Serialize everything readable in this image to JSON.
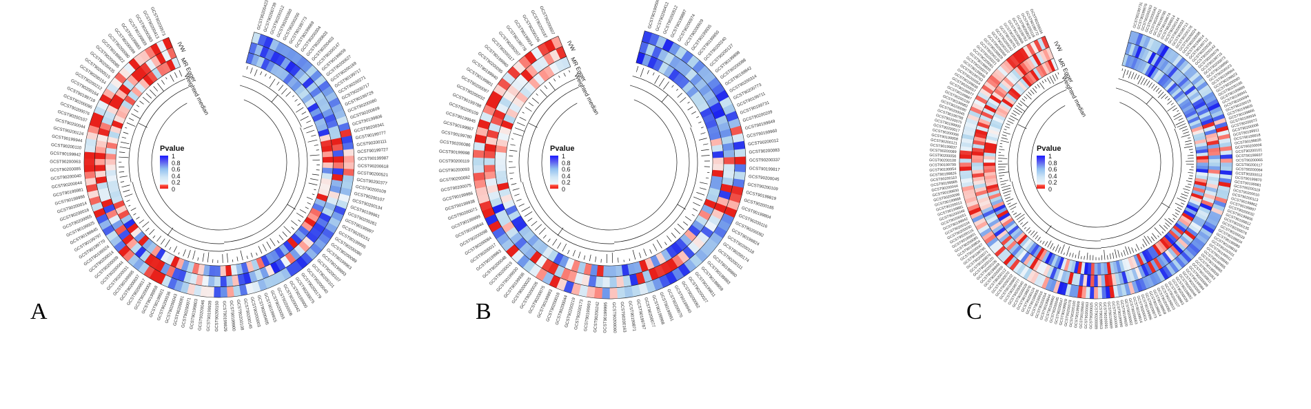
{
  "panels": [
    {
      "letter": "A",
      "legend_title": "Pvalue",
      "legend_ticks": [
        "1",
        "0.8",
        "0.6",
        "0.4",
        "0.2",
        "0"
      ],
      "methods": [
        "IVW",
        "MR Egger",
        "Weighted median"
      ],
      "labels": [
        "GCST90200423",
        "GCST90200739",
        "GCST90200312",
        "GCST90200360",
        "GCST90200200",
        "GCST90199773",
        "GCST90199669",
        "GCST90200304",
        "GCST90200603",
        "GCST90200403",
        "GCST90200147",
        "GCST90199659",
        "GCST90200627",
        "GCST90200169",
        "GCST90199717",
        "GCST90200271",
        "GCST90200717",
        "GCST90199729",
        "GCST90200080",
        "GCST90200609",
        "GCST90199806",
        "GCST90200341",
        "GCST90199777",
        "GCST90200111",
        "GCST90199727",
        "GCST90199987",
        "GCST90200618",
        "GCST90200521",
        "GCST90200377",
        "GCST90200109",
        "GCST90200107",
        "GCST90200134",
        "GCST90199961",
        "GCST90200261",
        "GCST90199997",
        "GCST90200151",
        "GCST90199995",
        "GCST90200080",
        "GCST90200089",
        "GCST90199963",
        "GCST90199993",
        "GCST90200107",
        "GCST90200101",
        "GCST90200040",
        "GCST90200179",
        "GCST90200075",
        "GCST90199900",
        "GCST90200042",
        "GCST90200006",
        "GCST90200055",
        "GCST90199915",
        "GCST90200405",
        "GCST90200003",
        "GCST90200145",
        "GCST90200108",
        "GCST90199900",
        "GCST90199829",
        "GCST90200150",
        "GCST90199939",
        "GCST90200046",
        "GCST90199803",
        "GCST90200071",
        "GCST90200081",
        "GCST90200043",
        "GCST90200036",
        "GCST90199921",
        "GCST90199958",
        "GCST90200004",
        "GCST90200017",
        "GCST90200037",
        "GCST90199995",
        "GCST90200031",
        "GCST90200044",
        "GCST90200009",
        "GCST90200014",
        "GCST90199924",
        "GCST90199770",
        "GCST90199797",
        "GCST90199945",
        "GCST90199925",
        "GCST90200055",
        "GCST90200016",
        "GCST90200014",
        "GCST90199986",
        "GCST90199981",
        "GCST90200044",
        "GCST90200040",
        "GCST90200085",
        "GCST90200063",
        "GCST90199942",
        "GCST90200110",
        "GCST90199944",
        "GCST90200124",
        "GCST90200044",
        "GCST90200107",
        "GCST90200076",
        "GCST90200096",
        "GCST90199719",
        "GCST90200164",
        "GCST90200212",
        "GCST90200154",
        "GCST90200515",
        "GCST90200435",
        "GCST90200085",
        "GCST90199822",
        "GCST90200060",
        "GCST90200099",
        "GCST90199883",
        "GCST90199839",
        "GCST90200383",
        "GCST90200413",
        "GCST90200573"
      ]
    },
    {
      "letter": "B",
      "legend_title": "Pvalue",
      "legend_ticks": [
        "1",
        "0.8",
        "0.6",
        "0.4",
        "0.2",
        "0"
      ],
      "methods": [
        "IVW",
        "MR Egger",
        "Weighted median"
      ],
      "labels": [
        "GCST90199506",
        "GCST90200412",
        "GCST90200512",
        "GCST90199887",
        "GCST90200974",
        "GCST90200929",
        "GCST90199935",
        "GCST90199850",
        "GCST90200240",
        "GCST90200127",
        "GCST90199898",
        "GCST90200088",
        "GCST90199842",
        "GCST90200314",
        "GCST90200773",
        "GCST90199711",
        "GCST90199731",
        "GCST90200209",
        "GCST90199849",
        "GCST90199960",
        "GCST90200012",
        "GCST90200083",
        "GCST90200337",
        "GCST90199817",
        "GCST90200045",
        "GCST90200109",
        "GCST90199819",
        "GCST90200185",
        "GCST90199804",
        "GCST90200116",
        "GCST90200092",
        "GCST90199824",
        "GCST90200118",
        "GCST90200174",
        "GCST90200111",
        "GCST90199860",
        "GCST90199883",
        "GCST90199859",
        "GCST90199811",
        "GCST90200027",
        "GCST90200062",
        "GCST90199940",
        "GCST90200070",
        "GCST90199951",
        "GCST90199968",
        "GCST90200077",
        "GCST90199787",
        "GCST90199871",
        "GCST90200163",
        "GCST90200060",
        "GCST90199995",
        "GCST90200242",
        "GCST90199993",
        "GCST90200173",
        "GCST90200219",
        "GCST90200044",
        "GCST90200018",
        "GCST90199893",
        "GCST90200075",
        "GCST90200026",
        "GCST90200025",
        "GCST90199936",
        "GCST90199930",
        "GCST90200019",
        "GCST90200048",
        "GCST90199963",
        "GCST90200017",
        "GCST90200084",
        "GCST90200098",
        "GCST90199844",
        "GCST90199999",
        "GCST90200071",
        "GCST90199938",
        "GCST90199986",
        "GCST90200075",
        "GCST90200082",
        "GCST90200093",
        "GCST90200119",
        "GCST90199998",
        "GCST90200086",
        "GCST90199780",
        "GCST90199867",
        "GCST90199945",
        "GCST90200109",
        "GCST90199788",
        "GCST90200032",
        "GCST90200097",
        "GCST90199801",
        "GCST90199940",
        "GCST90200095",
        "GCST90199960",
        "GCST90200117",
        "GCST90200207",
        "GCST90199778",
        "GCST90199934",
        "GCST90200156",
        "GCST90200187",
        "GCST90200607"
      ]
    },
    {
      "letter": "C",
      "legend_title": "Pvalue",
      "legend_ticks": [
        "1",
        "0.8",
        "0.6",
        "0.4",
        "0.2",
        "0"
      ],
      "methods": [
        "IVW",
        "MR Egger",
        "Weighted median"
      ],
      "labels": [
        "GCST90199731",
        "GCST90199976",
        "GCST90200263",
        "GCST90200042",
        "GCST90200411",
        "GCST90199785",
        "GCST90199674",
        "GCST90200014",
        "GCST90200144",
        "GCST90200033",
        "GCST90199713",
        "GCST90200178",
        "GCST90200024",
        "GCST90200098",
        "GCST90199814",
        "GCST90199712",
        "GCST90200039",
        "GCST90200143",
        "GCST90200079",
        "GCST90199715",
        "GCST90200073",
        "GCST90199890",
        "GCST90200023",
        "GCST90199964",
        "GCST90199823",
        "GCST90200060",
        "GCST90200185",
        "GCST90199899",
        "GCST90199941",
        "GCST90200094",
        "GCST90200019",
        "GCST90199805",
        "GCST90199866",
        "GCST90199934",
        "GCST90200072",
        "GCST90200008",
        "GCST90199911",
        "GCST90199918",
        "GCST90199835",
        "GCST90200006",
        "GCST90200101",
        "GCST90199937",
        "GCST90200065",
        "GCST90200117",
        "GCST90200084",
        "GCST90200012",
        "GCST90199870",
        "GCST90199981",
        "GCST90200119",
        "GCST90200010",
        "GCST90200113",
        "GCST90199862",
        "GCST90199897",
        "GCST90200032",
        "GCST90199806",
        "GCST90199812",
        "GCST90200135",
        "GCST90200076",
        "GCST90200029",
        "GCST90199934",
        "GCST90199989",
        "GCST90199816",
        "GCST90200031",
        "GCST90199912",
        "GCST90199940",
        "GCST90199955",
        "GCST90199865",
        "GCST90199939",
        "GCST90200053",
        "GCST90199811",
        "GCST90200086",
        "GCST90199984",
        "GCST90200069",
        "GCST90200046",
        "GCST90199892",
        "GCST90200039",
        "GCST90199963",
        "GCST90200107",
        "GCST90199810",
        "GCST90200082",
        "GCST90199959",
        "GCST90199914",
        "GCST90200073",
        "GCST90199996",
        "GCST90200011",
        "GCST90199814",
        "GCST90200063",
        "GCST90200002",
        "GCST90199920",
        "GCST90199990",
        "GCST90200006",
        "GCST90199869",
        "GCST90200091",
        "GCST90199913",
        "GCST90200089",
        "GCST90200025",
        "GCST90200063",
        "GCST90199840",
        "GCST90199909",
        "GCST90200100",
        "GCST90200078",
        "GCST90199929",
        "GCST90200047",
        "GCST90200045",
        "GCST90199992",
        "GCST90199844",
        "GCST90200054",
        "GCST90199916",
        "GCST90199906",
        "GCST90200124",
        "GCST90199970",
        "GCST90200029",
        "GCST90200040",
        "GCST90199777",
        "GCST90199885",
        "GCST90200102",
        "GCST90200070",
        "GCST90200112",
        "GCST90200059",
        "GCST90199848",
        "GCST90200106",
        "GCST90200120",
        "GCST90199876",
        "GCST90200071",
        "GCST90199795",
        "GCST90200067",
        "GCST90199804",
        "GCST90200085",
        "GCST90199901",
        "GCST90200116",
        "GCST90200030",
        "GCST90200104",
        "GCST90199942",
        "GCST90200051",
        "GCST90200048",
        "GCST90199881",
        "GCST90200013",
        "GCST90199868",
        "GCST90200096",
        "GCST90199830",
        "GCST90200044",
        "GCST90199985",
        "GCST90200110",
        "GCST90199826",
        "GCST90199954",
        "GCST90199799",
        "GCST90200108",
        "GCST90200056",
        "GCST90200089",
        "GCST90199837",
        "GCST90200121",
        "GCST90199958",
        "GCST90200066",
        "GCST90200017",
        "GCST90199900",
        "GCST90200075",
        "GCST90199798",
        "GCST90200045",
        "GCST90200090",
        "GCST90199982",
        "GCST90200109",
        "GCST90199887",
        "GCST90199977",
        "GCST90200057",
        "GCST90199838",
        "GCST90200054",
        "GCST90199763",
        "GCST90199846",
        "GCST90200074",
        "GCST90199935",
        "GCST90200081",
        "GCST90200021",
        "GCST90200128",
        "GCST90199828",
        "GCST90200068",
        "GCST90200107",
        "GCST90200042",
        "GCST90199791",
        "GCST90200050",
        "GCST90199966",
        "GCST90199762",
        "GCST90200026",
        "GCST90200118",
        "GCST90199772",
        "GCST90200034"
      ]
    }
  ]
}
